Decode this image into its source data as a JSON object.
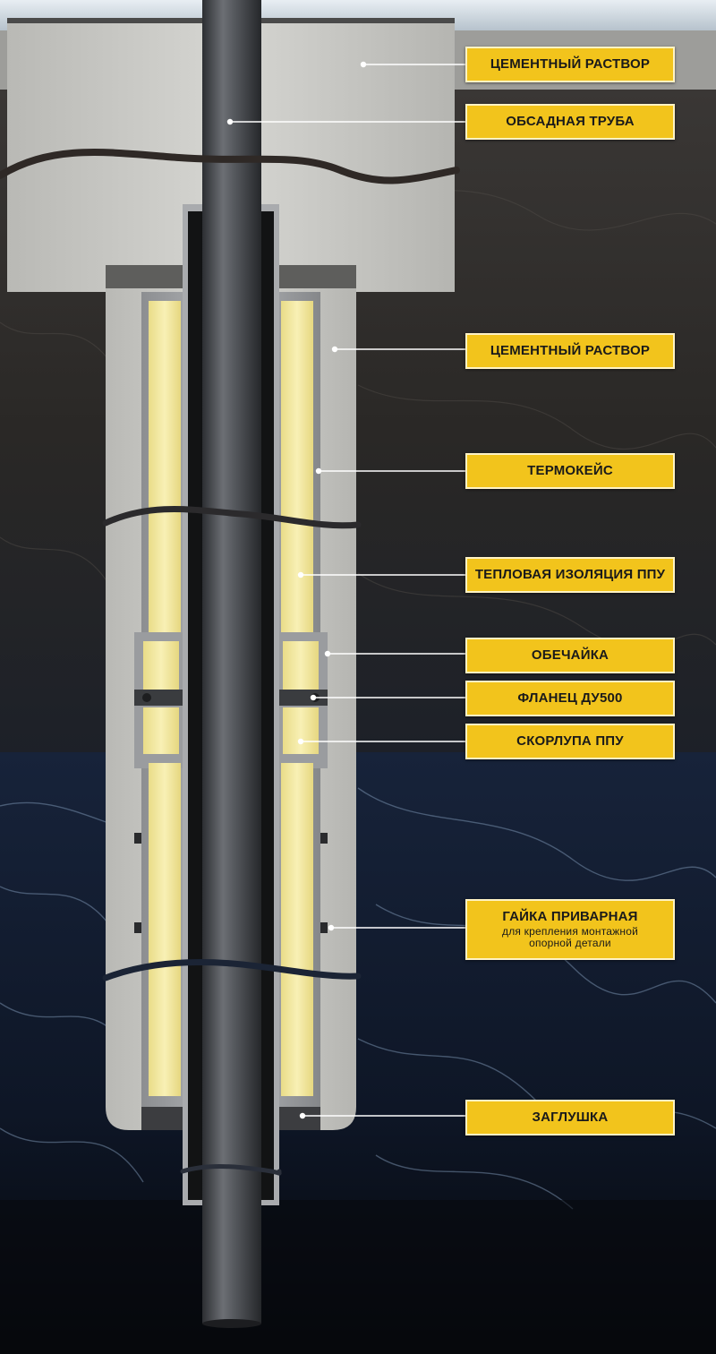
{
  "labels": {
    "cement_top": "ЦЕМЕНТНЫЙ РАСТВОР",
    "casing_pipe": "ОБСАДНАЯ ТРУБА",
    "cement_side": "ЦЕМЕНТНЫЙ РАСТВОР",
    "thermocase": "ТЕРМОКЕЙС",
    "ppu_insulation": "ТЕПЛОВАЯ ИЗОЛЯЦИЯ ППУ",
    "shell": "ОБЕЧАЙКА",
    "flange": "ФЛАНЕЦ ДУ500",
    "ppu_shell": "СКОРЛУПА ППУ",
    "weld_nut_title": "ГАЙКА ПРИВАРНАЯ",
    "weld_nut_desc_line1": "для крепления монтажной",
    "weld_nut_desc_line2": "опорной детали",
    "end_cap": "ЗАГЛУШКА"
  },
  "colors": {
    "label_fill": "#f2c41c",
    "insulation": "#f5eba4",
    "cement": "#c9c9c6",
    "pipe": "#4a4d52",
    "rock": "#2b2a2c",
    "water": "#0f1a2e"
  }
}
